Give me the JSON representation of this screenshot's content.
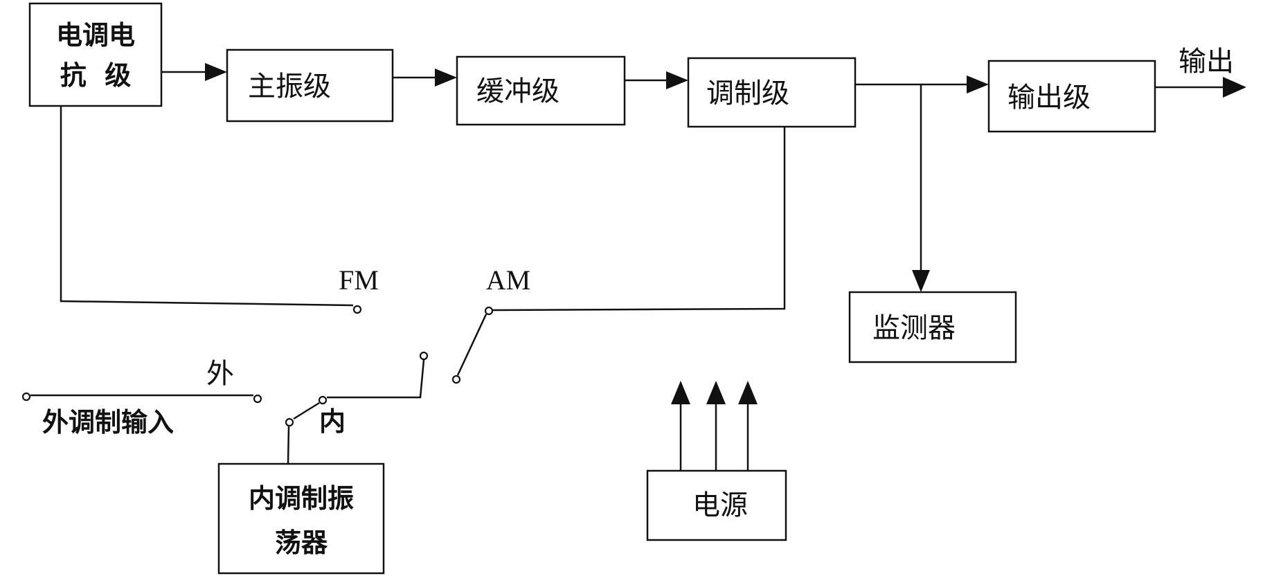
{
  "blocks": {
    "reactance_line1": "电调电",
    "reactance_line2": "抗  级",
    "master_osc": "主振级",
    "buffer": "缓冲级",
    "modulator": "调制级",
    "output_stage": "输出级",
    "monitor": "监测器",
    "internal_osc_line1": "内调制振",
    "internal_osc_line2": "荡器",
    "power": "电源"
  },
  "labels": {
    "output": "输出",
    "fm": "FM",
    "am": "AM",
    "external": "外",
    "external_input": "外调制输入",
    "internal": "内"
  },
  "colors": {
    "line": "#111111",
    "background": "#ffffff"
  }
}
